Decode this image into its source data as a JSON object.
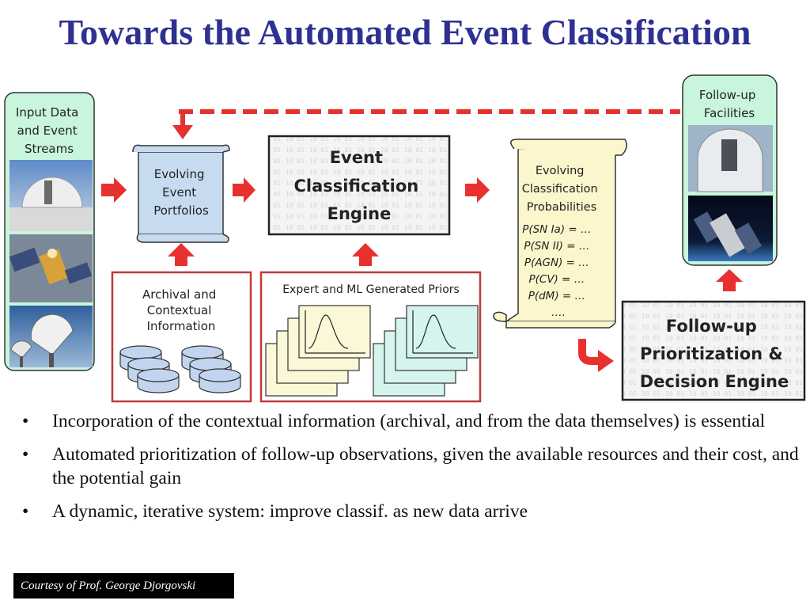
{
  "title": "Towards the Automated Event Classification",
  "diagram": {
    "input_streams": [
      "Input Data",
      "and Event",
      "Streams"
    ],
    "portfolios": [
      "Evolving",
      "Event",
      "Portfolios"
    ],
    "engine": [
      "Event",
      "Classification",
      "Engine"
    ],
    "probabilities_title": [
      "Evolving",
      "Classification",
      "Probabilities"
    ],
    "probabilities": [
      "P(SN Ia) = …",
      "P(SN II) = …",
      "P(AGN) = …",
      "P(CV) = …",
      "P(dM) = …",
      "…."
    ],
    "facilities": [
      "Follow-up",
      "Facilities"
    ],
    "archival": [
      "Archival and",
      "Contextual",
      "Information"
    ],
    "priors": "Expert and ML Generated Priors",
    "decision_engine": [
      "Follow-up",
      "Prioritization &",
      "Decision Engine"
    ]
  },
  "bullets": [
    "Incorporation of the contextual information (archival, and from the data themselves) is essential",
    "Automated prioritization of follow-up observations, given the available resources and their cost, and the potential gain",
    "A dynamic, iterative system: improve classif. as new data arrive"
  ],
  "credit": "Courtesy of Prof. George Djorgovski",
  "colors": {
    "title": "#2e3192",
    "arrow_red": "#e8312f",
    "panel_green": "#c8f5dc",
    "box_red_border": "#c0393b",
    "scroll_blue": "#c6dbf0",
    "scroll_yellow": "#fbf6cc",
    "prior_yellow": "#fbf8d8",
    "prior_teal": "#d5f4ee",
    "cylinder_blue": "#c3d5ee"
  }
}
